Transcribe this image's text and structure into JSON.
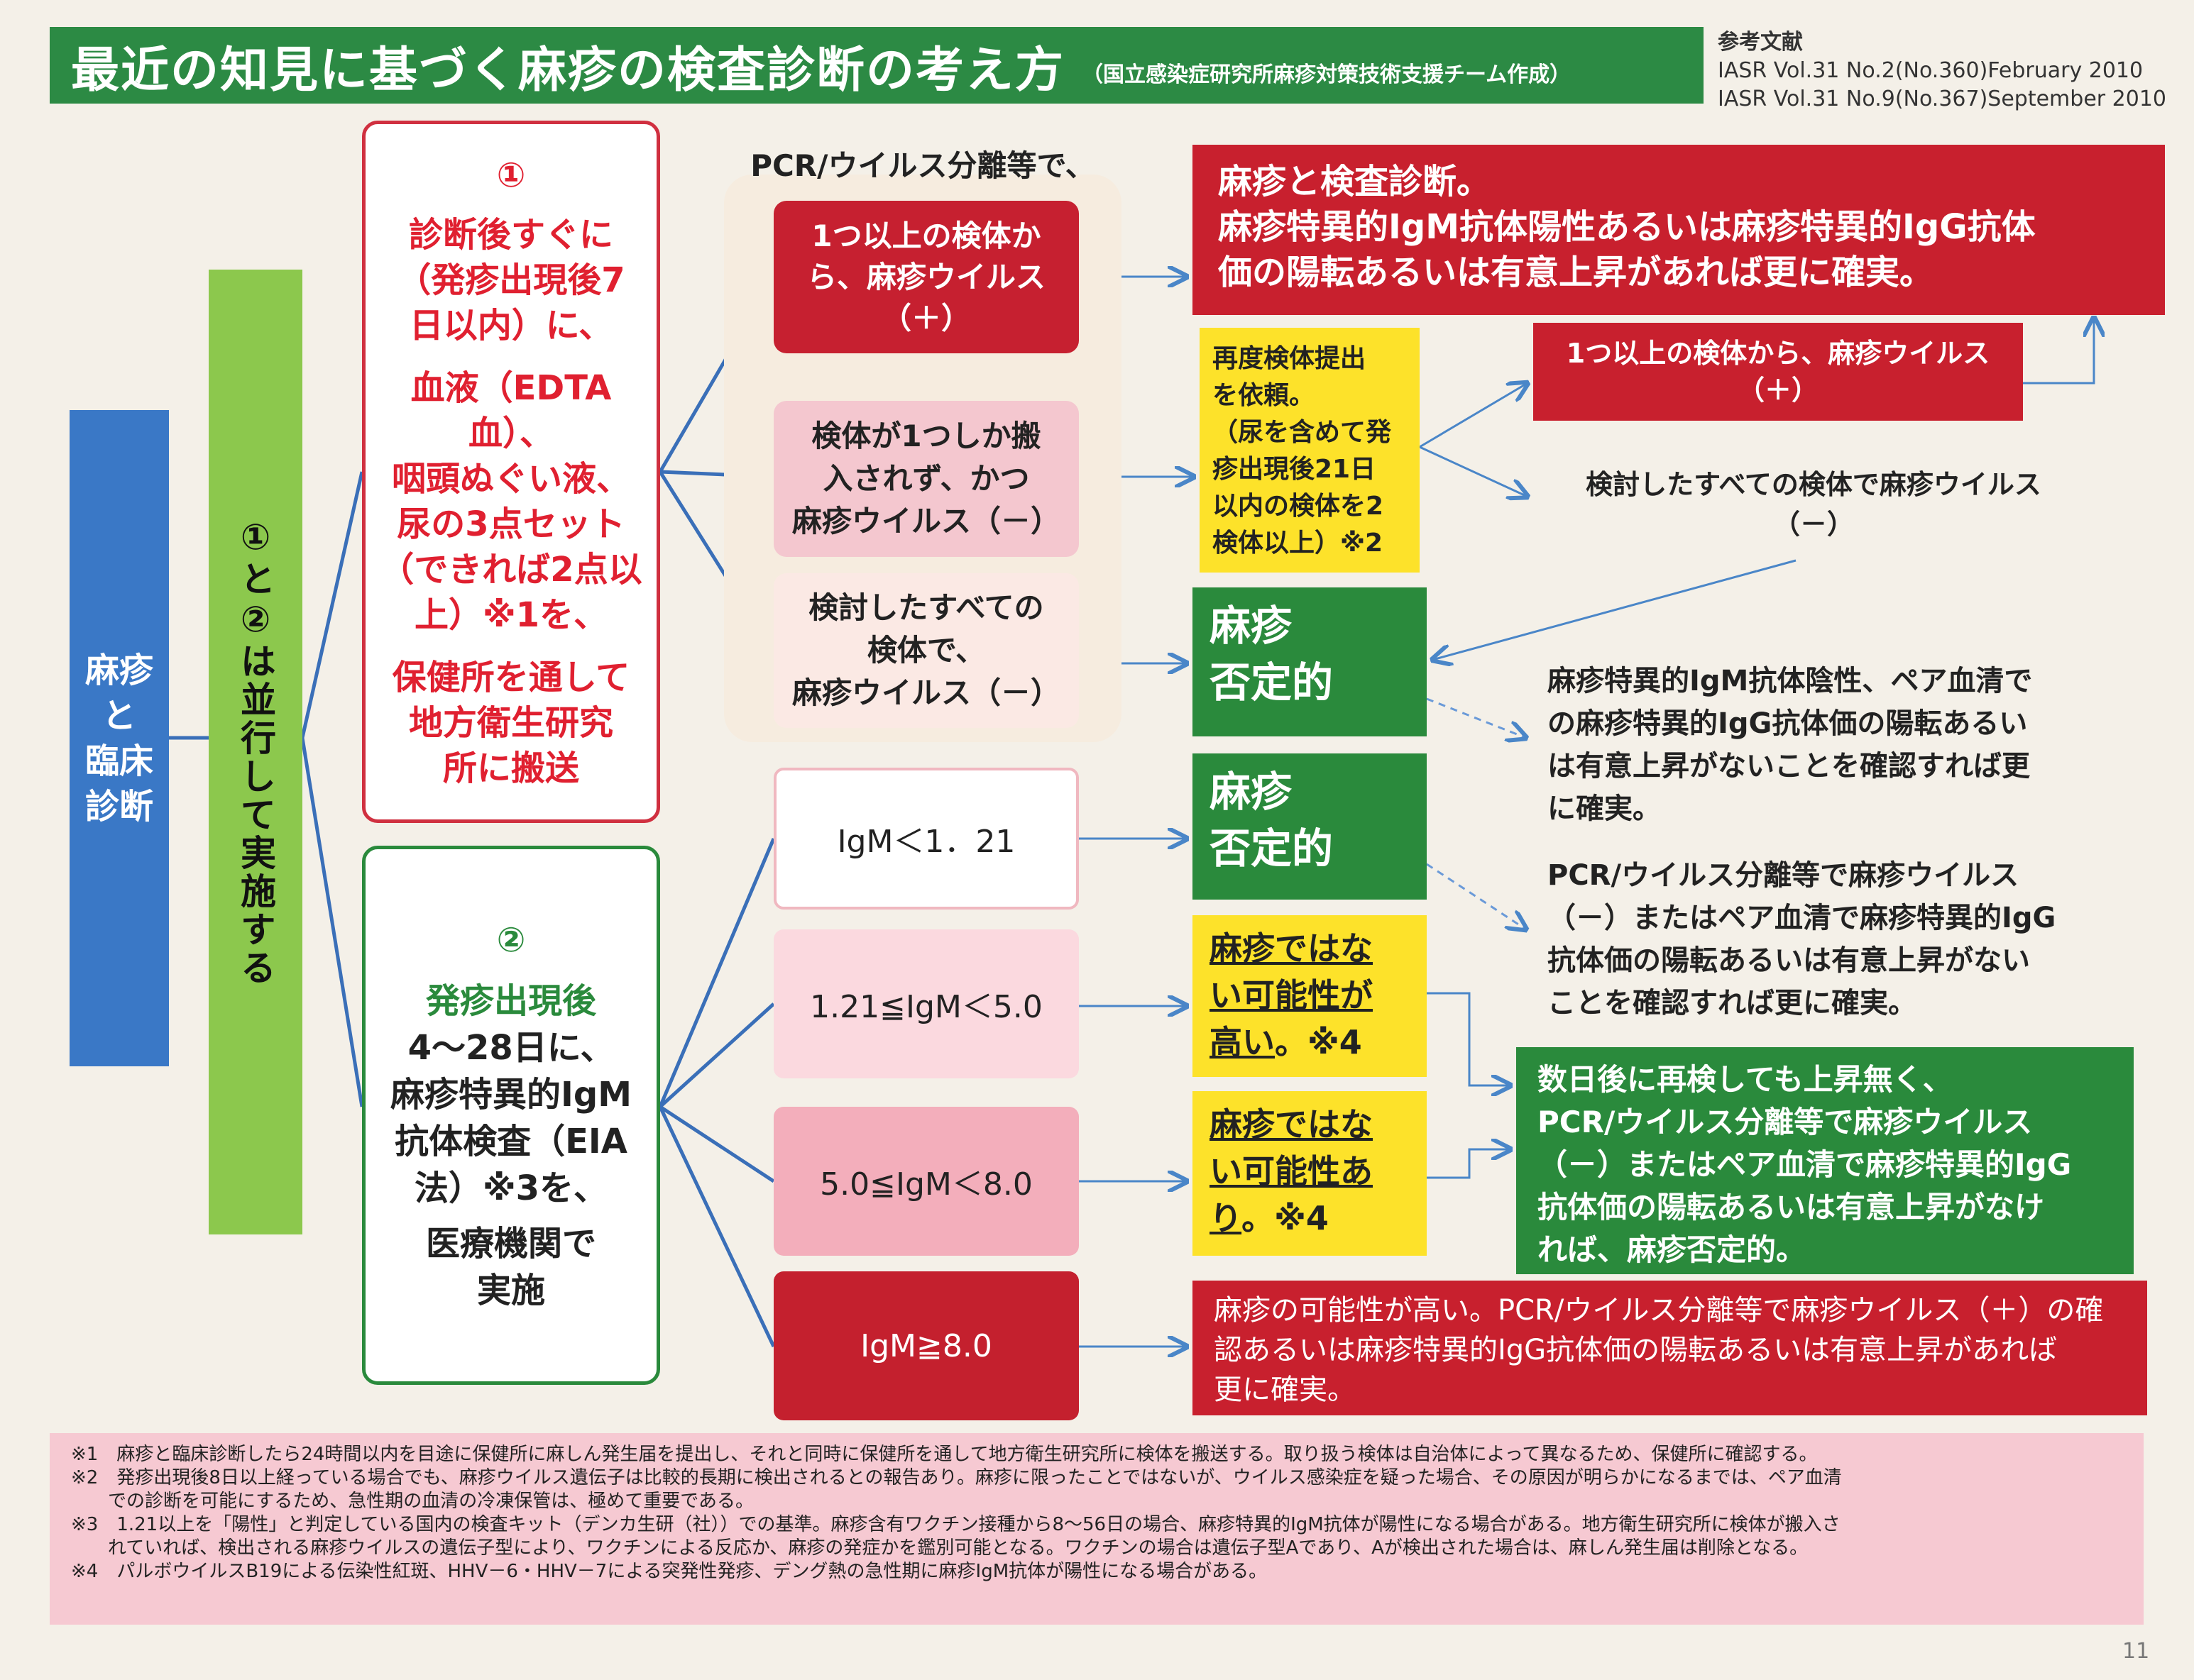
{
  "title": {
    "main": "最近の知見に基づく麻疹の検査診断の考え方",
    "sub": "（国立感染症研究所麻疹対策技術支援チーム作成）"
  },
  "references": {
    "heading": "参考文献",
    "items": [
      "IASR Vol.31 No.2(No.360)February 2010",
      "IASR Vol.31 No.9(No.367)September 2010"
    ]
  },
  "start_box": [
    "麻疹",
    "と",
    "臨床",
    "診断"
  ],
  "parallel_box": "①と②は並行して実施する",
  "box1": {
    "number": "①",
    "lines": [
      "診断後すぐに",
      "（発疹出現後7",
      "日以内）に、",
      "血液（EDTA血）、",
      "咽頭ぬぐい液、",
      "尿の3点セット",
      "（できれば2点以",
      "上）※1を、",
      "保健所を通して",
      "地方衛生研究",
      "所に搬送"
    ]
  },
  "box2": {
    "number": "②",
    "lines": [
      "発疹出現後",
      "4～28日に、",
      "麻疹特異的IgM",
      "抗体検査（EIA",
      "法）※3を、",
      "医療機関で",
      "実施"
    ]
  },
  "pcr_heading": "PCR/ウイルス分離等で、",
  "pcr_results": [
    {
      "lines": [
        "1つ以上の検体か",
        "ら、麻疹ウイルス",
        "（＋）"
      ]
    },
    {
      "lines": [
        "検体が1つしか搬",
        "入されず、かつ",
        "麻疹ウイルス（－）"
      ]
    },
    {
      "lines": [
        "検討したすべての",
        "検体で、",
        "麻疹ウイルス（－）"
      ]
    }
  ],
  "igm_results": [
    {
      "label": "IgM＜1．21"
    },
    {
      "label": "1.21≦IgM＜5.0"
    },
    {
      "label": "5.0≦IgM＜8.0"
    },
    {
      "label": "IgM≧8.0"
    }
  ],
  "outcome_positive": {
    "lines": [
      "麻疹と検査診断。",
      "麻疹特異的IgM抗体陽性あるいは麻疹特異的IgG抗体",
      "価の陽転あるいは有意上昇があれば更に確実。"
    ]
  },
  "resubmit": {
    "lines": [
      "再度検体提出",
      "を依頼。",
      "（尿を含めて発",
      "疹出現後21日",
      "以内の検体を2",
      "検体以上）※2"
    ]
  },
  "resubmit_positive": [
    "1つ以上の検体から、麻疹ウイルス",
    "（＋）"
  ],
  "resubmit_negative": [
    "検討したすべての検体で麻疹ウイルス",
    "（－）"
  ],
  "negative_1": [
    "麻疹",
    "否定的"
  ],
  "negative_2": [
    "麻疹",
    "否定的"
  ],
  "note_igm_neg": [
    "麻疹特異的IgM抗体陰性、ペア血清で",
    "の麻疹特異的IgG抗体価の陽転あるい",
    "は有意上昇がないことを確認すれば更",
    "に確実。"
  ],
  "note_pcr_neg": [
    "PCR/ウイルス分離等で麻疹ウイルス",
    "（－）またはペア血清で麻疹特異的IgG",
    "抗体価の陽転あるいは有意上昇がない",
    "ことを確認すれば更に確実。"
  ],
  "unlikely_high": {
    "underlined": [
      "麻疹ではな",
      "い可能性が",
      "高い"
    ],
    "suffix": "。※4"
  },
  "unlikely_possible": {
    "underlined": [
      "麻疹ではな",
      "い可能性あ",
      "り"
    ],
    "suffix": "。※4"
  },
  "retest": [
    "数日後に再検しても上昇無く、",
    "PCR/ウイルス分離等で麻疹ウイルス",
    "（－）またはペア血清で麻疹特異的IgG",
    "抗体価の陽転あるいは有意上昇がなけ",
    "れば、麻疹否定的。"
  ],
  "likely": [
    "麻疹の可能性が高い。PCR/ウイルス分離等で麻疹ウイルス（＋）の確",
    "認あるいは麻疹特異的IgG抗体価の陽転あるいは有意上昇があれば",
    "更に確実。"
  ],
  "footnotes": [
    "※1　麻疹と臨床診断したら24時間以内を目途に保健所に麻しん発生届を提出し、それと同時に保健所を通して地方衛生研究所に検体を搬送する。取り扱う検体は自治体によって異なるため、保健所に確認する。",
    "※2　発疹出現後8日以上経っている場合でも、麻疹ウイルス遺伝子は比較的長期に検出されるとの報告あり。麻疹に限ったことではないが、ウイルス感染症を疑った場合、その原因が明らかになるまでは、ペア血清",
    "　　での診断を可能にするため、急性期の血清の冷凍保管は、極めて重要である。",
    "※3　1.21以上を「陽性」と判定している国内の検査キット（デンカ生研（社））での基準。麻疹含有ワクチン接種から8～56日の場合、麻疹特異的IgM抗体が陽性になる場合がある。地方衛生研究所に検体が搬入さ",
    "　　れていれば、検出される麻疹ウイルスの遺伝子型により、ワクチンによる反応か、麻疹の発症かを鑑別可能となる。ワクチンの場合は遺伝子型Aであり、Aが検出された場合は、麻しん発生届は削除となる。",
    "※4　パルボウイルスB19による伝染性紅斑、HHV－6・HHV－7による突発性発疹、デング熱の急性期に麻疹IgM抗体が陽性になる場合がある。"
  ],
  "page_number": "11",
  "colors": {
    "green": "#2a8a3c",
    "red": "#c8202e",
    "yellow": "#fde22a",
    "blue": "#3a78c6",
    "lime": "#8cc84d",
    "pink": "#f6c9d2",
    "arrow": "#4a86c8"
  }
}
